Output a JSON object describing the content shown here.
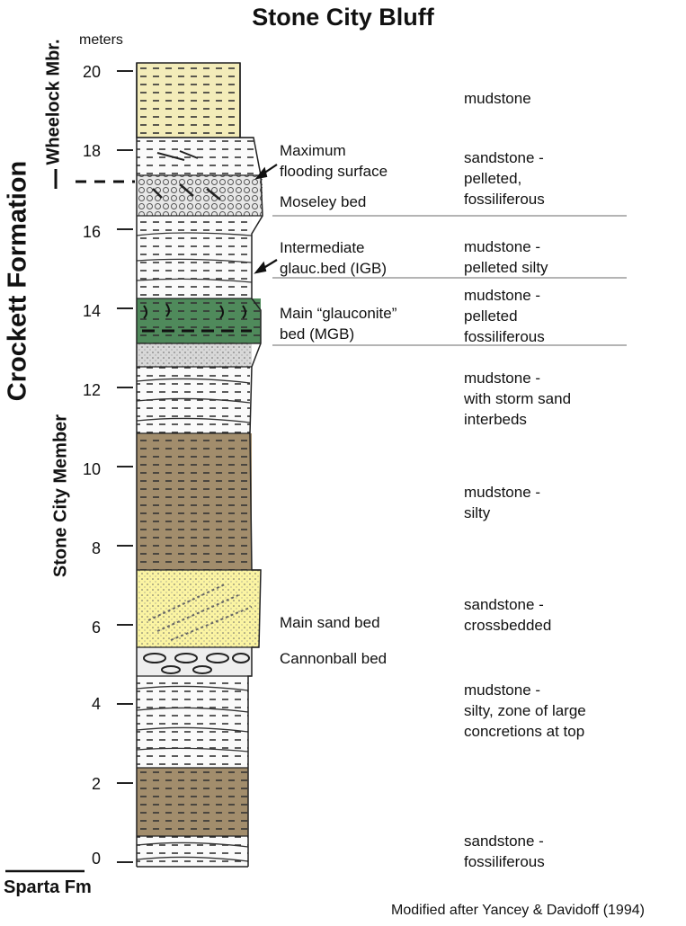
{
  "title": "Stone City Bluff",
  "units_label": "meters",
  "axis_ticks": [
    "0",
    "2",
    "4",
    "6",
    "8",
    "10",
    "12",
    "14",
    "16",
    "18",
    "20"
  ],
  "formation_label": "Crockett Formation",
  "member_label": "Stone City Member",
  "wheelock_label": "Wheelock Mbr.",
  "base_label": "Sparta Fm",
  "annotations": {
    "max_flooding": "Maximum\nflooding surface",
    "moseley": "Moseley bed",
    "igb": "Intermediate\nglauc.bed (IGB)",
    "mgb": "Main “glauconite”\nbed (MGB)",
    "main_sand": "Main sand bed",
    "cannonball": "Cannonball bed"
  },
  "lithology": {
    "l1": "mudstone",
    "l2": "sandstone -\npelleted,\nfossiliferous",
    "l3": "mudstone -\npelleted silty",
    "l4": "mudstone -\npelleted\nfossiliferous",
    "l5": "mudstone -\nwith storm sand\ninterbeds",
    "l6": "mudstone -\nsilty",
    "l7": "sandstone -\ncrossbedded",
    "l8": "mudstone -\nsilty, zone of large\nconcretions at top",
    "l9": "sandstone -\nfossiliferous"
  },
  "credit": "Modified after Yancey & Davidoff (1994)",
  "colors": {
    "pale_yellow": "#f3ecb9",
    "brown": "#a28d6c",
    "green": "#4f8a5b",
    "sand_yellow": "#fbf4a2",
    "gray": "#d8d8d8"
  }
}
